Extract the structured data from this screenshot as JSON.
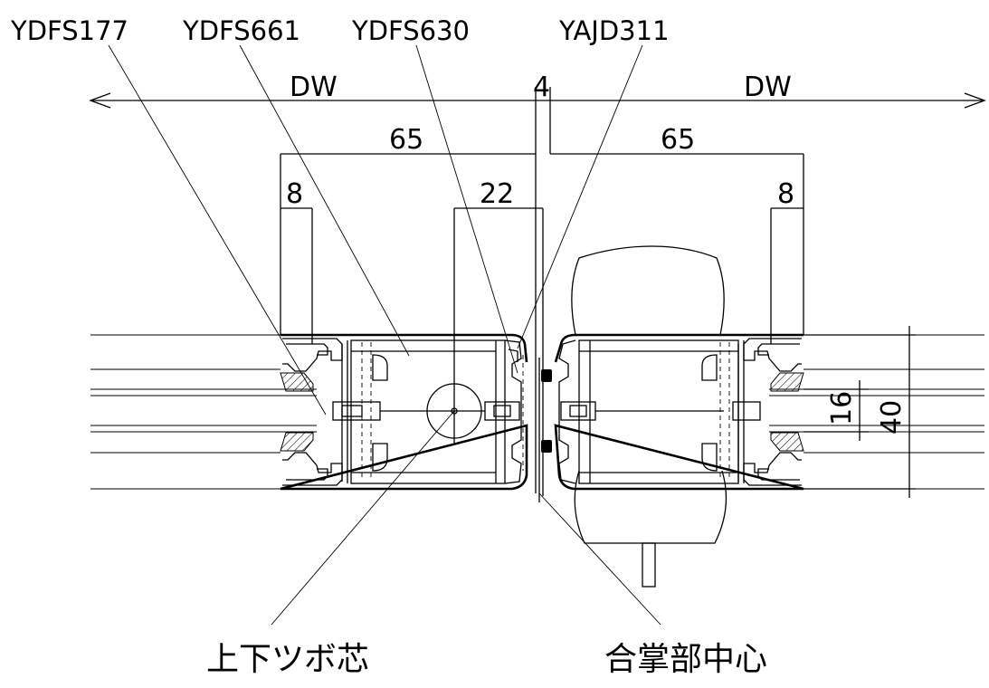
{
  "part_labels": {
    "ydfs177": "YDFS177",
    "ydfs661": "YDFS661",
    "ydfs630": "YDFS630",
    "yajd311": "YAJD311"
  },
  "dimensions": {
    "dw_left": "DW",
    "dw_right": "DW",
    "gap": "4",
    "width_left": "65",
    "width_right": "65",
    "edge_left": "8",
    "edge_right": "8",
    "offset": "22",
    "glass": "16",
    "frame_depth": "40"
  },
  "annotations": {
    "pivot_center": "上下ツボ芯",
    "meeting_center": "合掌部中心"
  }
}
